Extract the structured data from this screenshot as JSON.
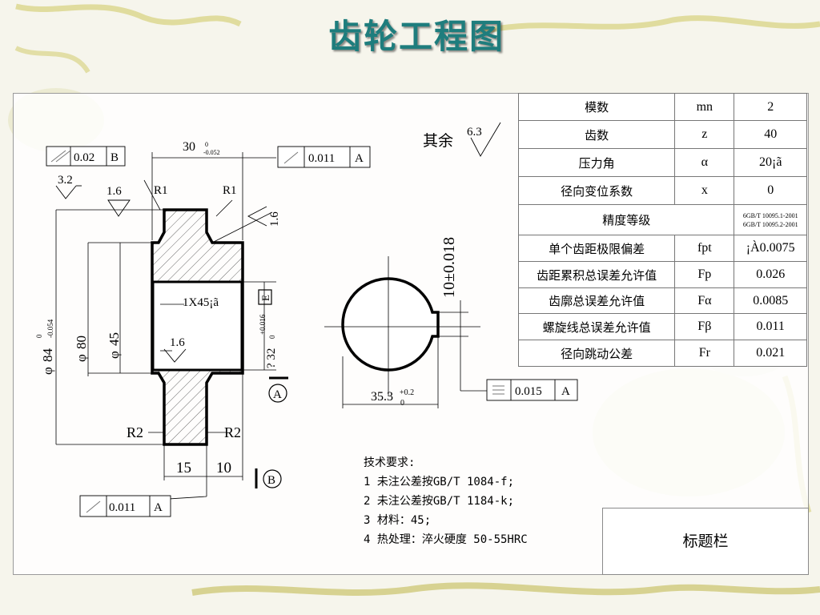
{
  "title": "齿轮工程图",
  "gear_table": [
    {
      "name": "模数",
      "symbol": "mn",
      "value": "2"
    },
    {
      "name": "齿数",
      "symbol": "z",
      "value": "40"
    },
    {
      "name": "压力角",
      "symbol": "α",
      "value": "20¡ã"
    },
    {
      "name": "径向变位系数",
      "symbol": "x",
      "value": "0"
    },
    {
      "name": "精度等级",
      "symbol": "",
      "value": "6GB/T 10095.1-2001\n6GB/T 10095.2-2001"
    },
    {
      "name": "单个齿距极限偏差",
      "symbol": "fpt",
      "value": "¡À0.0075"
    },
    {
      "name": "齿距累积总误差允许值",
      "symbol": "Fp",
      "value": "0.026"
    },
    {
      "name": "齿廓总误差允许值",
      "symbol": "Fα",
      "value": "0.0085"
    },
    {
      "name": "螺旋线总误差允许值",
      "symbol": "Fβ",
      "value": "0.011"
    },
    {
      "name": "径向跳动公差",
      "symbol": "Fr",
      "value": "0.021"
    }
  ],
  "drawing": {
    "remaining_roughness_label": "其余",
    "remaining_roughness_value": "6.3",
    "parallelism": {
      "value": "0.02",
      "datum": "B"
    },
    "runout_top": {
      "value": "0.011",
      "datum": "A"
    },
    "runout_bottom": {
      "value": "0.011",
      "datum": "A"
    },
    "symmetry": {
      "value": "0.015",
      "datum": "A"
    },
    "width_dim": "30",
    "width_tol_upper": "0",
    "width_tol_lower": "-0.052",
    "roughness_left_1": "3.2",
    "roughness_left_2": "1.6",
    "roughness_right": "1.6",
    "roughness_bore": "1.6",
    "radius_top_left": "R1",
    "radius_top_right": "R1",
    "radius_bottom_left": "R2",
    "radius_bottom_right": "R2",
    "chamfer": "1X45¡ã",
    "bore_dim": "? 32",
    "bore_tol_upper": "+0.016",
    "bore_tol_lower": "0",
    "datum_e": "E",
    "dia84": "84",
    "dia84_tol_upper": "0",
    "dia84_tol_lower": "-0.054",
    "dia80": "80",
    "dia45": "45",
    "dia_symbol": "φ",
    "hub_width_1": "15",
    "hub_width_2": "10",
    "datum_a": "A",
    "datum_b": "B",
    "keyway_width": "10±0.018",
    "keyway_depth": "35.3",
    "keyway_depth_tol_upper": "+0.2",
    "keyway_depth_tol_lower": "0"
  },
  "tech_requirements": {
    "heading": "技术要求:",
    "items": [
      "1 未注公差按GB/T 1084-f;",
      "2 未注公差按GB/T 1184-k;",
      "3 材料：45;",
      "4 热处理：淬火硬度 50-55HRC"
    ]
  },
  "title_block": "标题栏"
}
